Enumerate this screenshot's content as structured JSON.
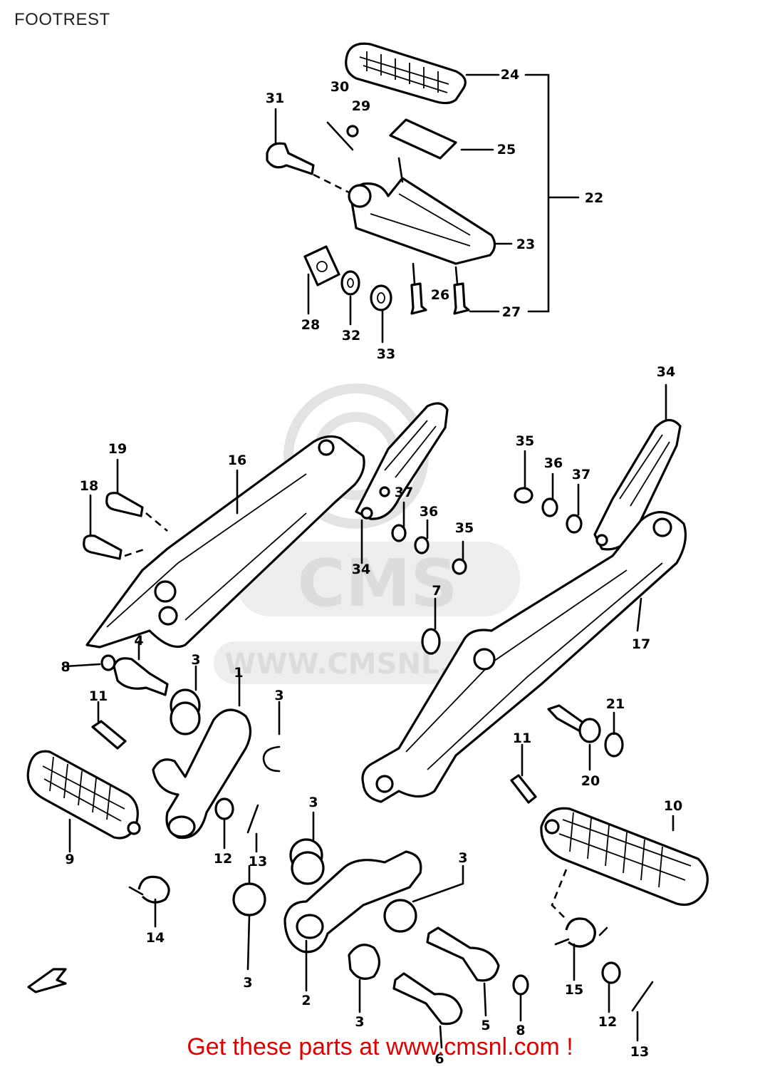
{
  "title": "FOOTREST",
  "footer": "Get these parts at www.cmsnl.com !",
  "watermark": {
    "brand": "CMS",
    "url": "WWW.CMSNL.COM"
  },
  "colors": {
    "ink": "#000000",
    "watermark": "#dcdcdc",
    "footer": "#e00000"
  },
  "callouts": [
    "1",
    "2",
    "3",
    "3",
    "3",
    "3",
    "3",
    "3",
    "4",
    "5",
    "6",
    "7",
    "8",
    "8",
    "9",
    "10",
    "11",
    "11",
    "12",
    "12",
    "13",
    "13",
    "14",
    "15",
    "16",
    "17",
    "18",
    "19",
    "20",
    "21",
    "22",
    "23",
    "24",
    "25",
    "26",
    "27",
    "28",
    "29",
    "30",
    "31",
    "32",
    "33",
    "34",
    "34",
    "35",
    "35",
    "36",
    "36",
    "37",
    "37"
  ]
}
